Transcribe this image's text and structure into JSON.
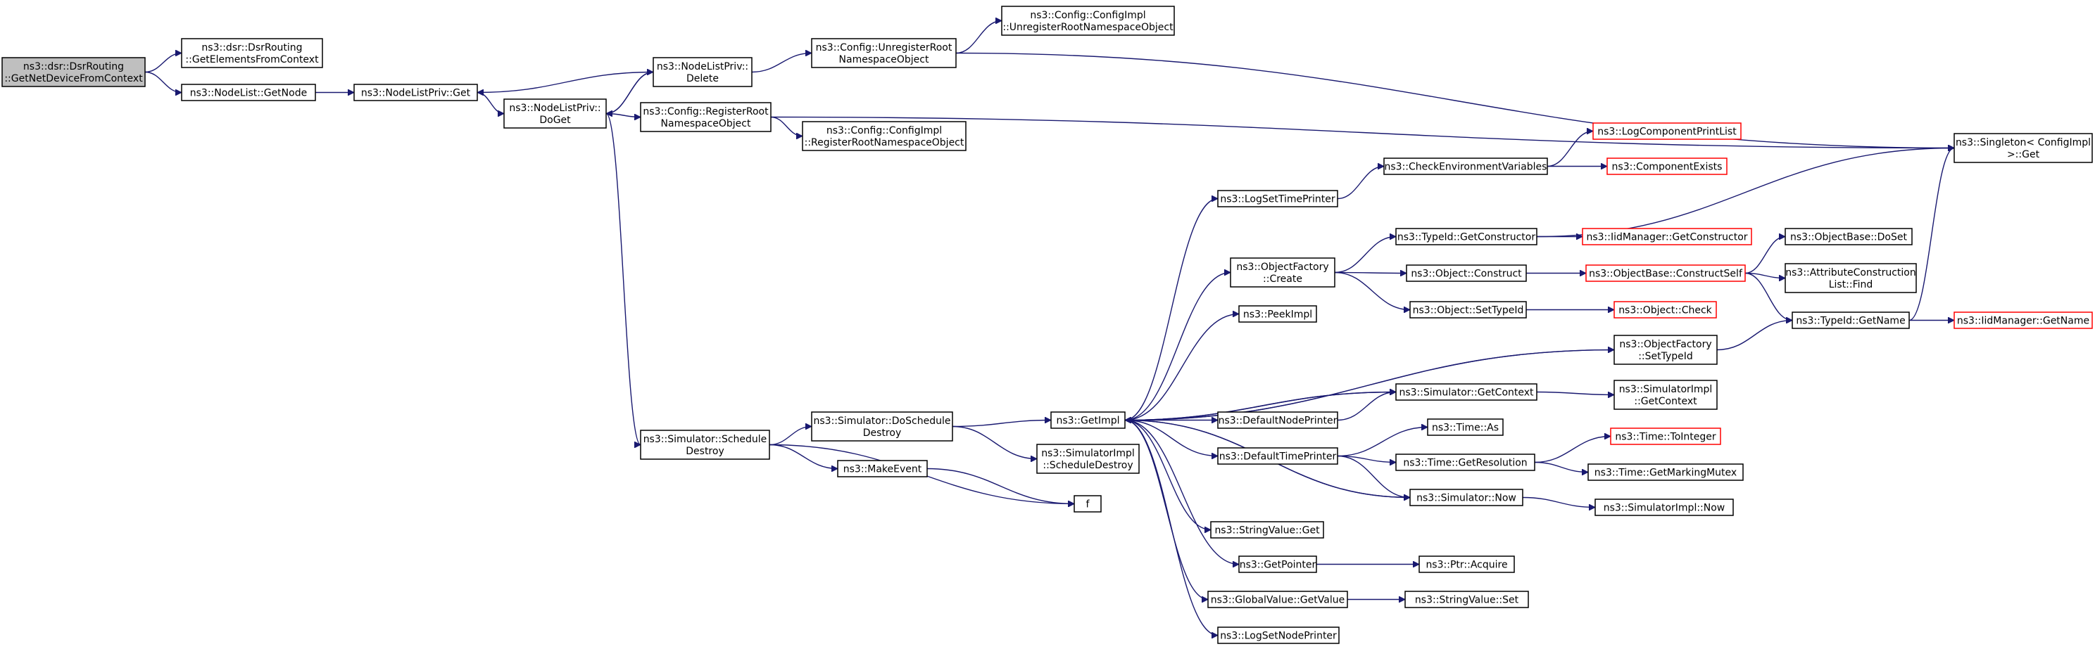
{
  "graph": {
    "edge_color": "#191970",
    "highlight_color": "#bfbfbf",
    "incomplete_border_color": "#ff0000",
    "nodes": [
      {
        "id": "root",
        "lines": [
          "ns3::dsr::DsrRouting",
          "::GetNetDeviceFromContext"
        ],
        "root": true
      },
      {
        "id": "dsr_getelems",
        "lines": [
          "ns3::dsr::DsrRouting",
          "::GetElementsFromContext"
        ]
      },
      {
        "id": "nodelist_getnode",
        "lines": [
          "ns3::NodeList::GetNode"
        ]
      },
      {
        "id": "nlp_get",
        "lines": [
          "ns3::NodeListPriv::Get"
        ]
      },
      {
        "id": "nlp_doget",
        "lines": [
          "ns3::NodeListPriv::",
          "DoGet"
        ]
      },
      {
        "id": "nlp_delete",
        "lines": [
          "ns3::NodeListPriv::",
          "Delete"
        ]
      },
      {
        "id": "cfg_unreg",
        "lines": [
          "ns3::Config::UnregisterRoot",
          "NamespaceObject"
        ]
      },
      {
        "id": "cfgimpl_unreg",
        "lines": [
          "ns3::Config::ConfigImpl",
          "::UnregisterRootNamespaceObject"
        ]
      },
      {
        "id": "cfg_reg",
        "lines": [
          "ns3::Config::RegisterRoot",
          "NamespaceObject"
        ]
      },
      {
        "id": "cfgimpl_reg",
        "lines": [
          "ns3::Config::ConfigImpl",
          "::RegisterRootNamespaceObject"
        ]
      },
      {
        "id": "singleton_get",
        "lines": [
          "ns3::Singleton< ConfigImpl",
          " >::Get"
        ]
      },
      {
        "id": "sim_schedule_destroy",
        "lines": [
          "ns3::Simulator::Schedule",
          "Destroy"
        ]
      },
      {
        "id": "sim_doschedule_destroy",
        "lines": [
          "ns3::Simulator::DoSchedule",
          "Destroy"
        ]
      },
      {
        "id": "makeevent",
        "lines": [
          "ns3::MakeEvent"
        ]
      },
      {
        "id": "f",
        "lines": [
          "f"
        ]
      },
      {
        "id": "simimpl_schedule_destroy",
        "lines": [
          "ns3::SimulatorImpl",
          "::ScheduleDestroy"
        ]
      },
      {
        "id": "getimpl",
        "lines": [
          "ns3::GetImpl"
        ]
      },
      {
        "id": "logsettimeprinter",
        "lines": [
          "ns3::LogSetTimePrinter"
        ]
      },
      {
        "id": "checkenv",
        "lines": [
          "ns3::CheckEnvironmentVariables"
        ]
      },
      {
        "id": "logcompprintlist",
        "lines": [
          "ns3::LogComponentPrintList"
        ],
        "incomplete": true
      },
      {
        "id": "compexists",
        "lines": [
          "ns3::ComponentExists"
        ],
        "incomplete": true
      },
      {
        "id": "objfactory_create",
        "lines": [
          "ns3::ObjectFactory",
          "::Create"
        ]
      },
      {
        "id": "typeid_getconstructor",
        "lines": [
          "ns3::TypeId::GetConstructor"
        ]
      },
      {
        "id": "iidmgr_getconstructor",
        "lines": [
          "ns3::IidManager::GetConstructor"
        ],
        "incomplete": true
      },
      {
        "id": "object_construct",
        "lines": [
          "ns3::Object::Construct"
        ]
      },
      {
        "id": "objbase_constructself",
        "lines": [
          "ns3::ObjectBase::ConstructSelf"
        ],
        "incomplete": true
      },
      {
        "id": "objbase_doset",
        "lines": [
          "ns3::ObjectBase::DoSet"
        ]
      },
      {
        "id": "attrconstr_find",
        "lines": [
          "ns3::AttributeConstruction",
          "List::Find"
        ]
      },
      {
        "id": "object_settypeid",
        "lines": [
          "ns3::Object::SetTypeId"
        ]
      },
      {
        "id": "object_check",
        "lines": [
          "ns3::Object::Check"
        ],
        "incomplete": true
      },
      {
        "id": "typeid_getname",
        "lines": [
          "ns3::TypeId::GetName"
        ]
      },
      {
        "id": "iidmgr_getname",
        "lines": [
          "ns3::IidManager::GetName"
        ],
        "incomplete": true
      },
      {
        "id": "peekimpl",
        "lines": [
          "ns3::PeekImpl"
        ]
      },
      {
        "id": "objfactory_settypeid",
        "lines": [
          "ns3::ObjectFactory",
          "::SetTypeId"
        ]
      },
      {
        "id": "sim_getcontext",
        "lines": [
          "ns3::Simulator::GetContext"
        ]
      },
      {
        "id": "simimpl_getcontext",
        "lines": [
          "ns3::SimulatorImpl",
          "::GetContext"
        ]
      },
      {
        "id": "defaultnodeprinter",
        "lines": [
          "ns3::DefaultNodePrinter"
        ]
      },
      {
        "id": "defaulttimeprinter",
        "lines": [
          "ns3::DefaultTimePrinter"
        ]
      },
      {
        "id": "time_as",
        "lines": [
          "ns3::Time::As"
        ]
      },
      {
        "id": "time_getresolution",
        "lines": [
          "ns3::Time::GetResolution"
        ]
      },
      {
        "id": "time_tointeger",
        "lines": [
          "ns3::Time::ToInteger"
        ],
        "incomplete": true
      },
      {
        "id": "time_getmarkingmutex",
        "lines": [
          "ns3::Time::GetMarkingMutex"
        ]
      },
      {
        "id": "sim_now",
        "lines": [
          "ns3::Simulator::Now"
        ]
      },
      {
        "id": "simimpl_now",
        "lines": [
          "ns3::SimulatorImpl::Now"
        ]
      },
      {
        "id": "stringvalue_get",
        "lines": [
          "ns3::StringValue::Get"
        ]
      },
      {
        "id": "getpointer",
        "lines": [
          "ns3::GetPointer"
        ]
      },
      {
        "id": "ptr_acquire",
        "lines": [
          "ns3::Ptr::Acquire"
        ]
      },
      {
        "id": "globalvalue_getvalue",
        "lines": [
          "ns3::GlobalValue::GetValue"
        ]
      },
      {
        "id": "stringvalue_set",
        "lines": [
          "ns3::StringValue::Set"
        ]
      },
      {
        "id": "logsetnodeprinter",
        "lines": [
          "ns3::LogSetNodePrinter"
        ]
      }
    ],
    "edges": [
      [
        "root",
        "dsr_getelems"
      ],
      [
        "root",
        "nodelist_getnode"
      ],
      [
        "nodelist_getnode",
        "nlp_get"
      ],
      [
        "nlp_get",
        "nlp_doget"
      ],
      [
        "nlp_doget",
        "nlp_delete"
      ],
      [
        "nlp_delete",
        "nlp_get"
      ],
      [
        "nlp_delete",
        "nlp_doget"
      ],
      [
        "nlp_delete",
        "cfg_unreg"
      ],
      [
        "cfg_unreg",
        "cfgimpl_unreg"
      ],
      [
        "cfg_unreg",
        "singleton_get"
      ],
      [
        "nlp_doget",
        "cfg_reg"
      ],
      [
        "cfg_reg",
        "cfgimpl_reg"
      ],
      [
        "cfg_reg",
        "singleton_get"
      ],
      [
        "nlp_doget",
        "sim_schedule_destroy"
      ],
      [
        "sim_schedule_destroy",
        "sim_doschedule_destroy"
      ],
      [
        "sim_schedule_destroy",
        "makeevent"
      ],
      [
        "sim_schedule_destroy",
        "f"
      ],
      [
        "makeevent",
        "f"
      ],
      [
        "sim_doschedule_destroy",
        "getimpl"
      ],
      [
        "sim_doschedule_destroy",
        "simimpl_schedule_destroy"
      ],
      [
        "getimpl",
        "logsettimeprinter"
      ],
      [
        "getimpl",
        "objfactory_create"
      ],
      [
        "getimpl",
        "peekimpl"
      ],
      [
        "getimpl",
        "objfactory_settypeid"
      ],
      [
        "getimpl",
        "sim_getcontext"
      ],
      [
        "getimpl",
        "defaultnodeprinter"
      ],
      [
        "getimpl",
        "defaulttimeprinter"
      ],
      [
        "getimpl",
        "sim_now"
      ],
      [
        "getimpl",
        "stringvalue_get"
      ],
      [
        "getimpl",
        "getpointer"
      ],
      [
        "getimpl",
        "globalvalue_getvalue"
      ],
      [
        "getimpl",
        "logsetnodeprinter"
      ],
      [
        "logsettimeprinter",
        "checkenv"
      ],
      [
        "checkenv",
        "logcompprintlist"
      ],
      [
        "checkenv",
        "compexists"
      ],
      [
        "objfactory_create",
        "typeid_getconstructor"
      ],
      [
        "objfactory_create",
        "object_construct"
      ],
      [
        "objfactory_create",
        "object_settypeid"
      ],
      [
        "typeid_getconstructor",
        "iidmgr_getconstructor"
      ],
      [
        "typeid_getconstructor",
        "singleton_get"
      ],
      [
        "object_construct",
        "objbase_constructself"
      ],
      [
        "objbase_constructself",
        "objbase_doset"
      ],
      [
        "objbase_constructself",
        "attrconstr_find"
      ],
      [
        "objbase_constructself",
        "typeid_getname"
      ],
      [
        "object_settypeid",
        "object_check"
      ],
      [
        "typeid_getname",
        "iidmgr_getname"
      ],
      [
        "typeid_getname",
        "singleton_get"
      ],
      [
        "objfactory_settypeid",
        "typeid_getname"
      ],
      [
        "objfactory_settypeid",
        "getimpl"
      ],
      [
        "sim_getcontext",
        "simimpl_getcontext"
      ],
      [
        "sim_getcontext",
        "getimpl"
      ],
      [
        "defaultnodeprinter",
        "sim_getcontext"
      ],
      [
        "defaulttimeprinter",
        "time_as"
      ],
      [
        "defaulttimeprinter",
        "time_getresolution"
      ],
      [
        "defaulttimeprinter",
        "sim_now"
      ],
      [
        "time_getresolution",
        "time_tointeger"
      ],
      [
        "time_getresolution",
        "time_getmarkingmutex"
      ],
      [
        "sim_now",
        "simimpl_now"
      ],
      [
        "sim_now",
        "getimpl"
      ],
      [
        "getpointer",
        "ptr_acquire"
      ],
      [
        "globalvalue_getvalue",
        "stringvalue_set"
      ]
    ]
  }
}
